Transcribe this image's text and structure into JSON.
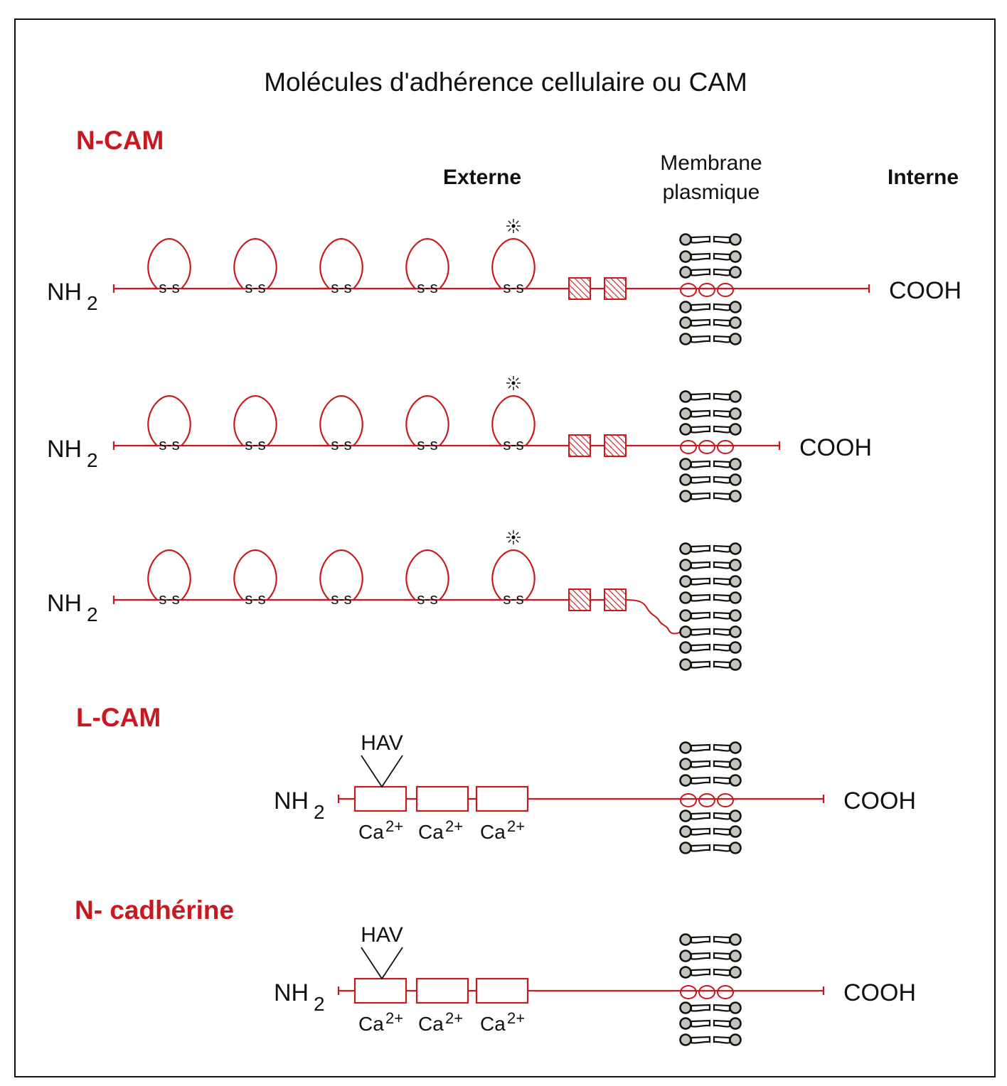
{
  "title": "Molécules d'adhérence cellulaire ou CAM",
  "labels": {
    "externe": "Externe",
    "membrane_line1": "Membrane",
    "membrane_line2": "plasmique",
    "interne": "Interne"
  },
  "sections": {
    "ncam": "N-CAM",
    "lcam": "L-CAM",
    "ncad": "N- cadhérine"
  },
  "terms": {
    "nh2": "NH",
    "nh2_sub": "2",
    "cooh": "COOH",
    "disulfide": "s-s",
    "hav": "HAV",
    "ca": "Ca",
    "ca_sup": "2+"
  },
  "colors": {
    "protein": "#c8191e",
    "lipid_head": "#c4c4bc",
    "outline": "#111111"
  }
}
